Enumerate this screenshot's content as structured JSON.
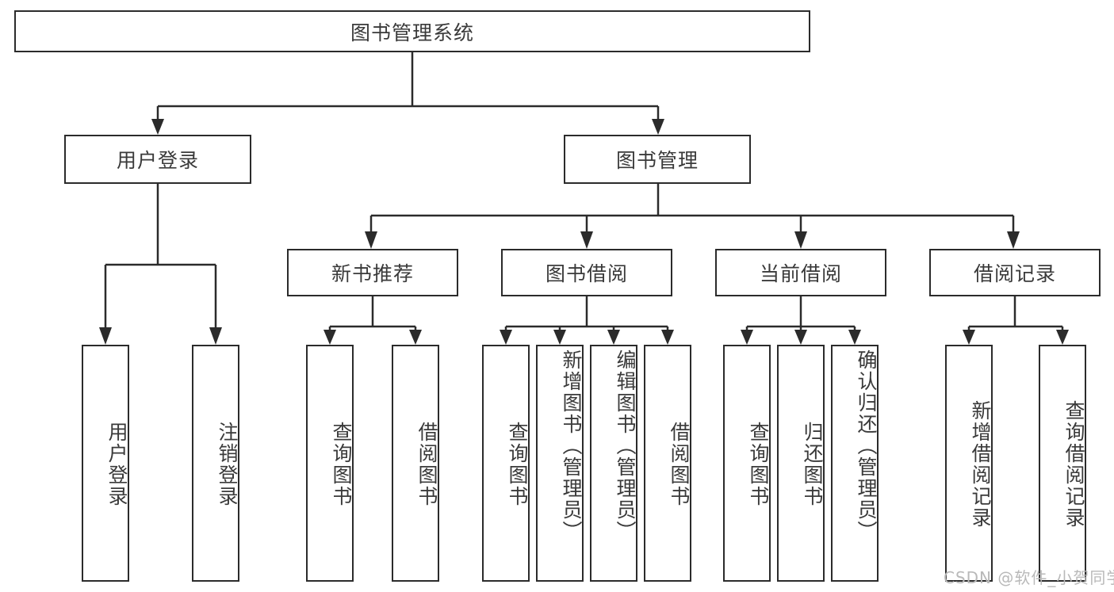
{
  "diagram": {
    "type": "tree",
    "title": "图书管理系统",
    "nodes": {
      "root": {
        "label": "图书管理系统",
        "level": 1
      },
      "user_login": {
        "label": "用户登录",
        "level": 2
      },
      "book_mgmt": {
        "label": "图书管理",
        "level": 2
      },
      "new_book_rec": {
        "label": "新书推荐",
        "level": 3
      },
      "book_borrow": {
        "label": "图书借阅",
        "level": 3
      },
      "current_borrow": {
        "label": "当前借阅",
        "level": 3
      },
      "borrow_record": {
        "label": "借阅记录",
        "level": 3
      },
      "leaf_user_login": {
        "label": "用户登录",
        "level": 4
      },
      "leaf_logout": {
        "label": "注销登录",
        "level": 4
      },
      "leaf_query_book_1": {
        "label": "查询图书",
        "level": 4
      },
      "leaf_borrow_book_1": {
        "label": "借阅图书",
        "level": 4
      },
      "leaf_query_book_2": {
        "label": "查询图书",
        "level": 4
      },
      "leaf_add_book": {
        "label": "新增图书（管理员）",
        "level": 4
      },
      "leaf_edit_book": {
        "label": "编辑图书（管理员）",
        "level": 4
      },
      "leaf_borrow_book_2": {
        "label": "借阅图书",
        "level": 4
      },
      "leaf_query_book_3": {
        "label": "查询图书",
        "level": 4
      },
      "leaf_return_book": {
        "label": "归还图书",
        "level": 4
      },
      "leaf_confirm_return": {
        "label": "确认归还（管理员）",
        "level": 4
      },
      "leaf_add_record": {
        "label": "新增借阅记录",
        "level": 4
      },
      "leaf_query_record": {
        "label": "查询借阅记录",
        "level": 4
      }
    },
    "colors": {
      "stroke": "#2b2b2b",
      "fill": "#ffffff",
      "text": "#3a3a3a",
      "watermark": "#b9b9b9"
    }
  },
  "watermark": {
    "text": "CSDN @软件_小贺同学"
  }
}
